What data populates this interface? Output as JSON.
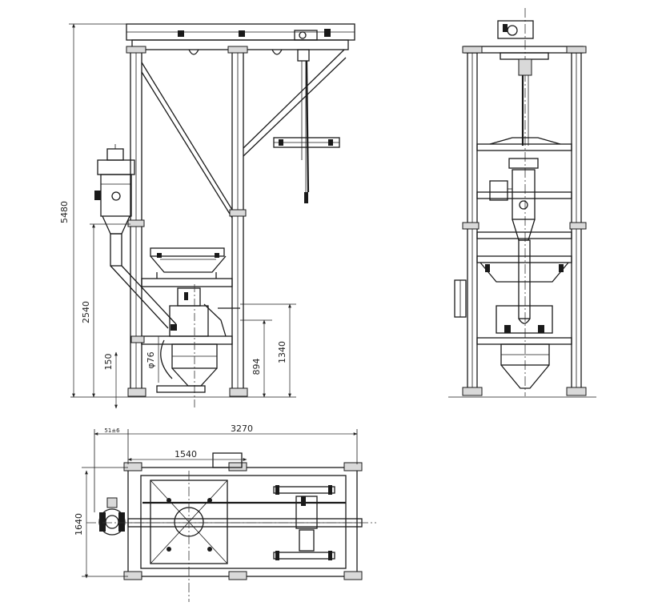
{
  "dimensions": {
    "overall_height": "5480",
    "side_height_lower": "2540",
    "leg_offset": "150",
    "pipe_diameter": "φ76",
    "discharge_height": "894",
    "table_height": "1340",
    "plan_length": "3270",
    "plan_inner": "1540",
    "plan_width": "1640",
    "plan_small": "51±6"
  }
}
